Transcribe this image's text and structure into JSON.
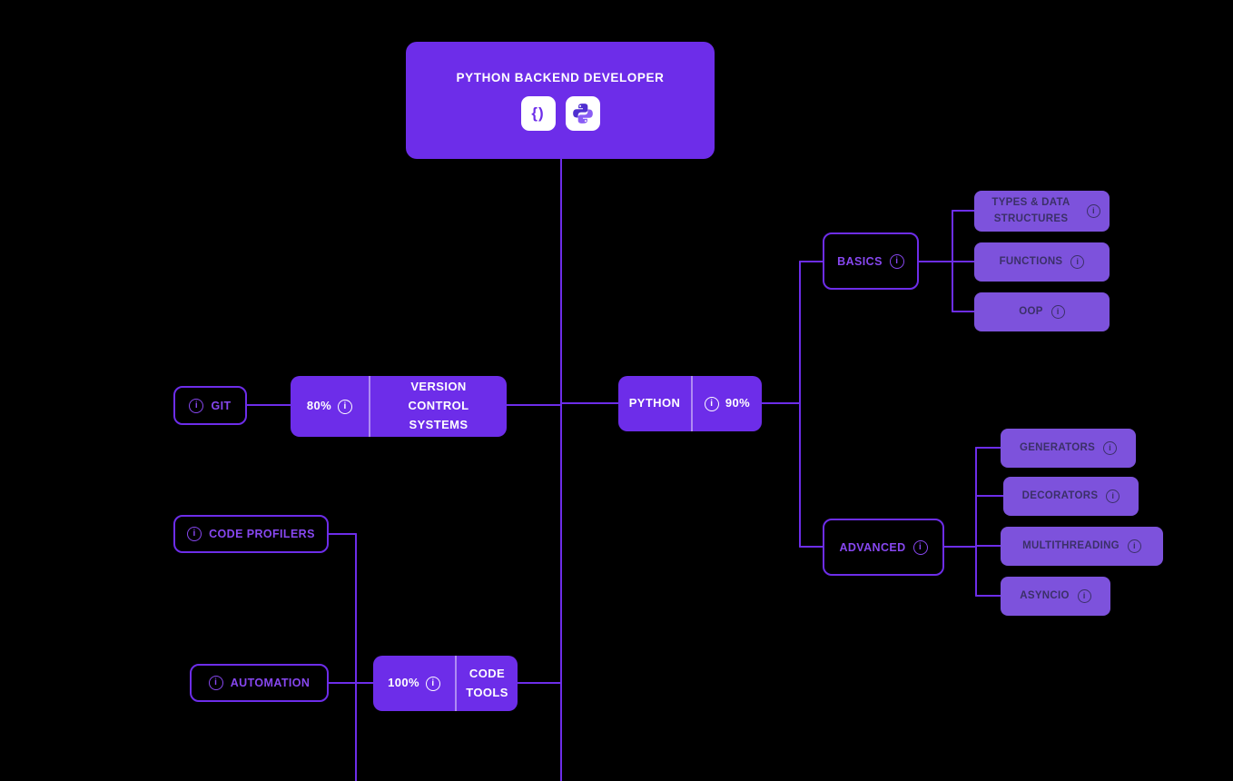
{
  "palette": {
    "background": "#000000",
    "accent": "#6d2de9",
    "child_fill": "#7d52dc",
    "child_text": "#3b3068",
    "outline_text": "#8747f0",
    "node_text": "#ffffff",
    "python_dark": "#4f2fd0",
    "python_light": "#8a5cf5"
  },
  "icons": {
    "info": "i",
    "code_brackets": "{)"
  },
  "root": {
    "title": "PYTHON BACKEND DEVELOPER"
  },
  "nodes": {
    "git": {
      "label": "GIT"
    },
    "version_control": {
      "progress": "80%",
      "label": "VERSION CONTROL SYSTEMS"
    },
    "python": {
      "label": "PYTHON",
      "progress": "90%"
    },
    "basics": {
      "label": "BASICS"
    },
    "types_data_structures": {
      "label": "TYPES & DATA STRUCTURES"
    },
    "functions": {
      "label": "FUNCTIONS"
    },
    "oop": {
      "label": "OOP"
    },
    "advanced": {
      "label": "ADVANCED"
    },
    "generators": {
      "label": "GENERATORS"
    },
    "decorators": {
      "label": "DECORATORS"
    },
    "multithreading": {
      "label": "MULTITHREADING"
    },
    "asyncio": {
      "label": "ASYNCIO"
    },
    "code_profilers": {
      "label": "CODE PROFILERS"
    },
    "automation": {
      "label": "AUTOMATION"
    },
    "code_tools": {
      "progress": "100%",
      "label": "CODE TOOLS"
    }
  }
}
